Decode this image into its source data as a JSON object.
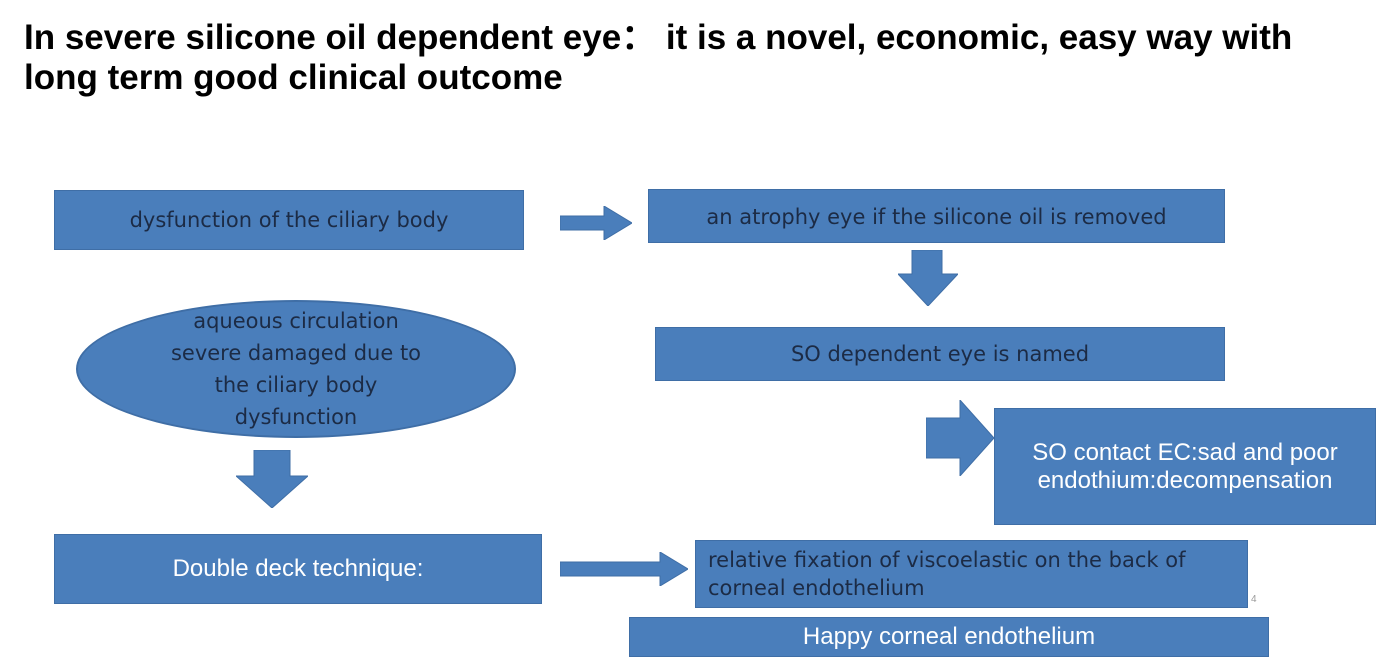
{
  "title": "In severe silicone oil dependent eye： it is a novel, economic, easy way with long term good clinical outcome",
  "boxes": {
    "ciliary": "dysfunction of the ciliary body",
    "atrophy": "an atrophy eye if the silicone oil is removed",
    "so_dependent": "SO dependent eye is named",
    "so_contact": "SO contact EC:sad and poor endothium:decompensation",
    "double_deck": "Double deck technique:",
    "relative_fixation": "relative fixation of viscoelastic on the back of corneal endothelium",
    "happy": "Happy corneal endothelium"
  },
  "ellipse": {
    "aqueous": "aqueous circulation severe damaged due to the ciliary body dysfunction"
  },
  "page_number": "4",
  "colors": {
    "box_fill": "#4a7ebb",
    "box_border": "#3f6ea6",
    "dark_text": "#1c2b45"
  }
}
